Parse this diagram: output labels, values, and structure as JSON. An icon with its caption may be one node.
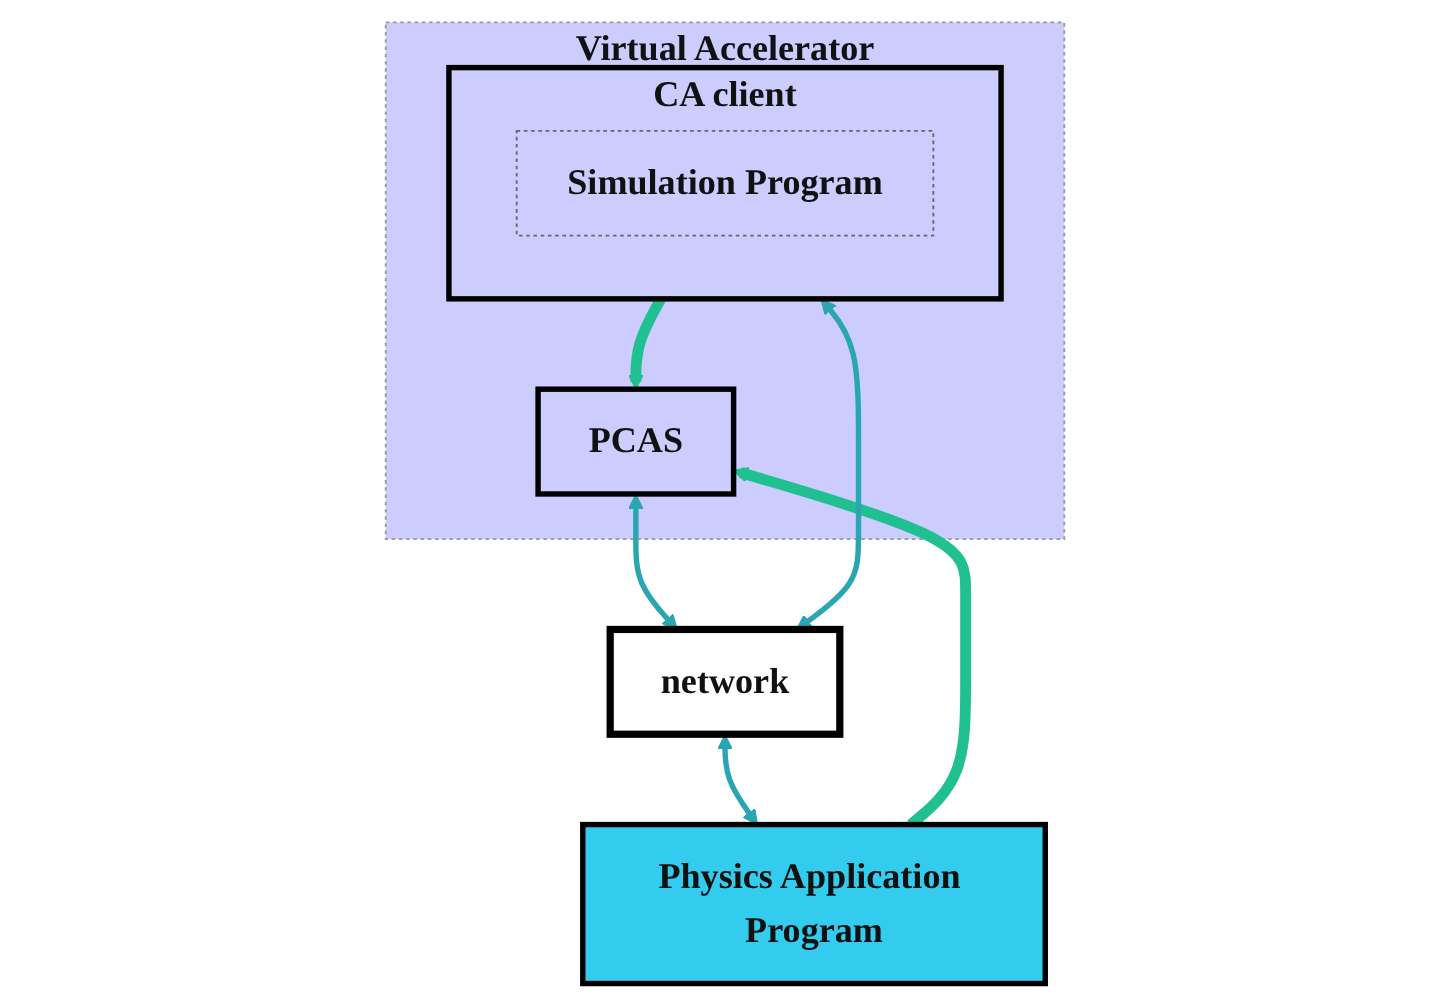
{
  "diagram": {
    "nodes": [
      {
        "text": [
          "Virtual Accelerator"
        ]
      },
      {
        "text": [
          "PCAS"
        ],
        "in": 0
      },
      {
        "text": [
          "CA client"
        ],
        "in": 0
      },
      {
        "text": [
          "Simulation Program"
        ],
        "in": 2
      },
      {
        "text": [
          "network"
        ]
      },
      {
        "text": [
          "Physics Application Program"
        ]
      }
    ],
    "edges": [
      {
        "from": 1,
        "to": 4,
        "arrow": "both"
      },
      {
        "from": 2,
        "to": 1,
        "arrow": "to",
        "style": "thick",
        "color": "#20c090"
      },
      {
        "from": 2,
        "to": 4,
        "arrow": "both"
      },
      {
        "from": 4,
        "to": 5,
        "arrow": "both"
      },
      {
        "from": 5,
        "to": 1,
        "arrow": "to",
        "style": "thick",
        "color": "#20c090"
      }
    ]
  }
}
